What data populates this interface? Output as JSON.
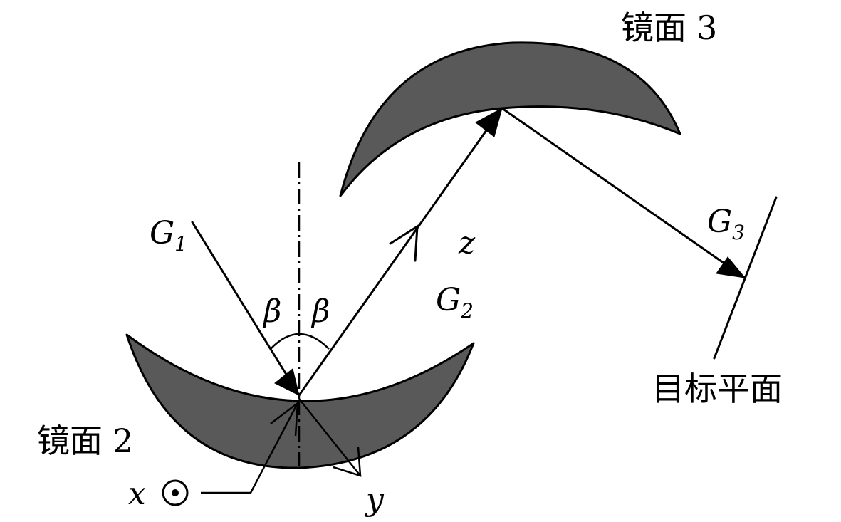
{
  "labels": {
    "mirror2": {
      "prefix": "镜面",
      "number": "2"
    },
    "mirror3": {
      "prefix": "镜面",
      "number": "3"
    },
    "target_plane": "目标平面",
    "g1": {
      "letter": "G",
      "sub": "1"
    },
    "g2": {
      "letter": "G",
      "sub": "2"
    },
    "g3": {
      "letter": "G",
      "sub": "3"
    },
    "beta_left": "β",
    "beta_right": "β",
    "axis_x": "x",
    "axis_y": "y",
    "axis_z": "z"
  },
  "colors": {
    "mirror_fill": "#595959",
    "line": "#000000",
    "background": "#ffffff"
  }
}
